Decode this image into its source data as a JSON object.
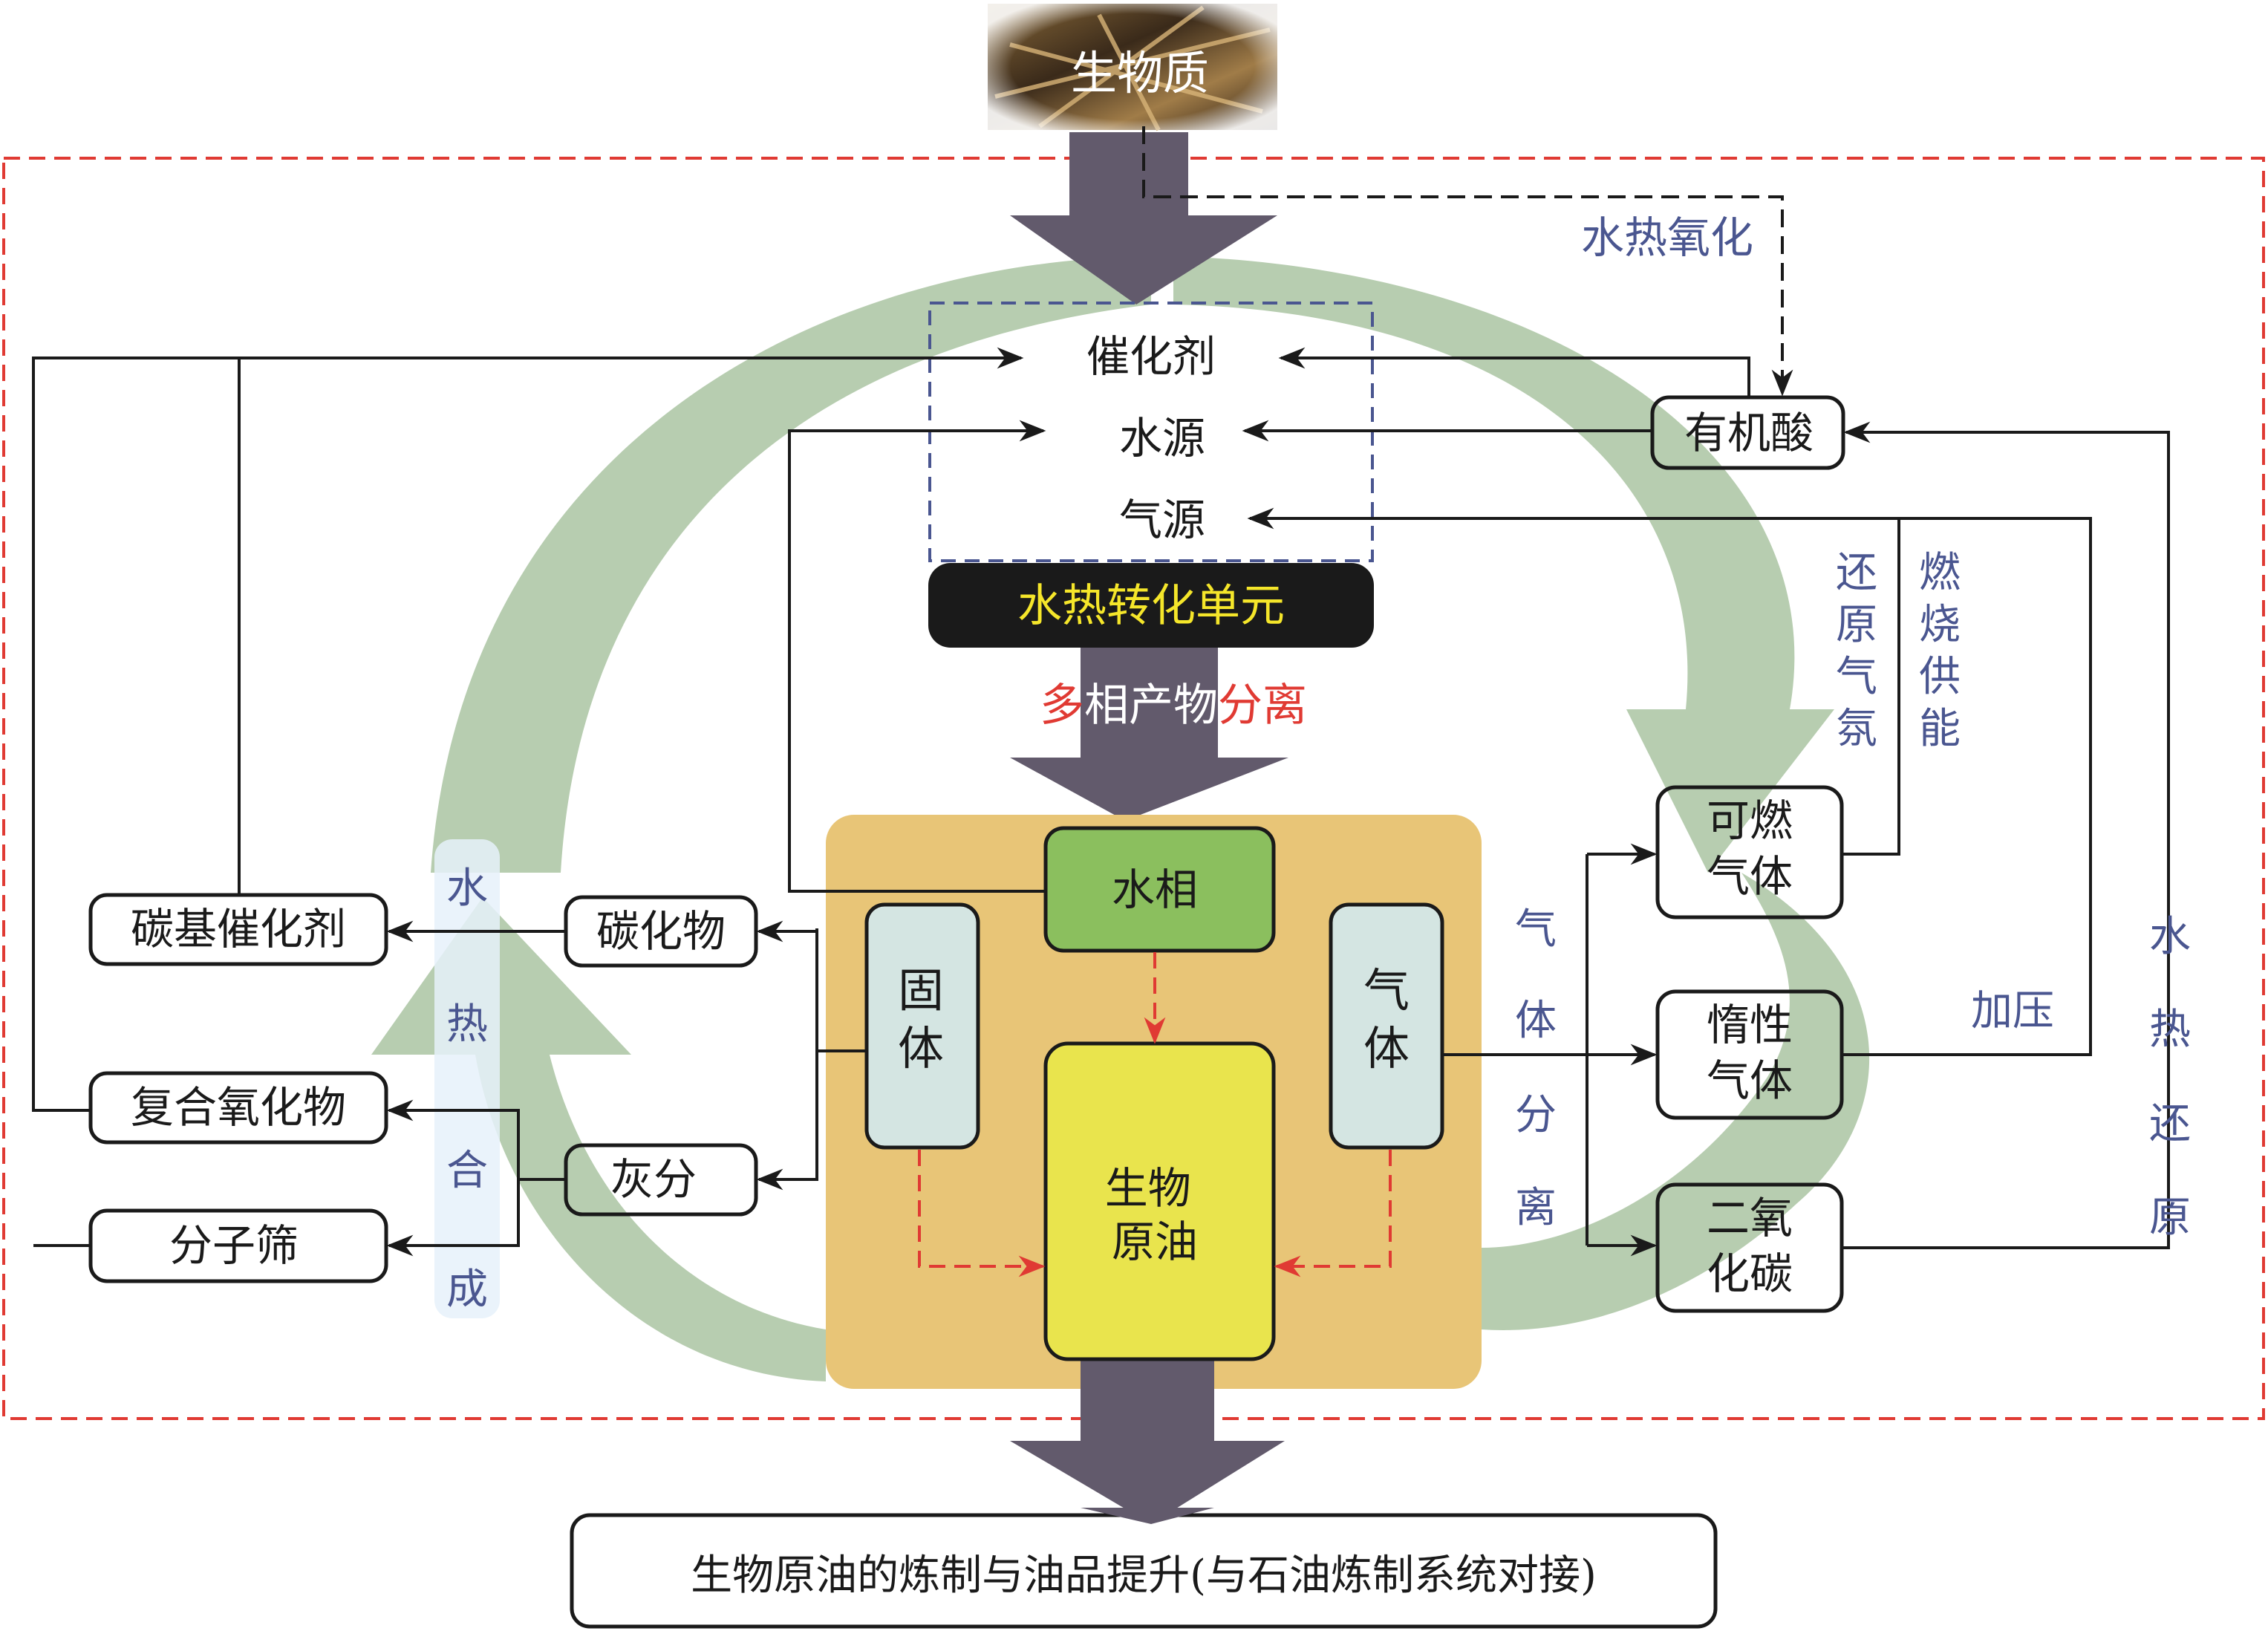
{
  "title": "生物质水热转化循环系统",
  "source": {
    "label": "生物质"
  },
  "oxidation_label": "水热氧化",
  "inputs": {
    "catalyst": "催化剂",
    "water": "水源",
    "gas": "气源"
  },
  "unit": {
    "label": "水热转化单元"
  },
  "separation": {
    "label_part1": "多",
    "label_part2": "相产物",
    "label_part3": "分离"
  },
  "phases": {
    "aqueous": "水相",
    "solid": "固体",
    "gas": "气体",
    "biocrude": "生物原油"
  },
  "left": {
    "carbon_catalyst": "碳基催化剂",
    "carbide": "碳化物",
    "composite_oxide": "复合氧化物",
    "ash": "灰分",
    "molecular_sieve": "分子筛",
    "synthesis_label": [
      "水",
      "热",
      "合",
      "成"
    ]
  },
  "right": {
    "organic_acid": "有机酸",
    "combustible_gas": [
      "可燃",
      "气体"
    ],
    "inert_gas": [
      "惰性",
      "气体"
    ],
    "co2": [
      "二氧",
      "化碳"
    ],
    "gas_separation_label": [
      "气",
      "体",
      "分",
      "离"
    ],
    "reducing_label": [
      "还",
      "原",
      "气",
      "氛"
    ],
    "combustion_label": [
      "燃",
      "烧",
      "供",
      "能"
    ],
    "pressurize_label": "加压",
    "hydrothermal_reduction_label": [
      "水",
      "热",
      "还",
      "原"
    ]
  },
  "output": {
    "label": "生物原油的炼制与油品提升(与石油炼制系统对接)"
  },
  "colors": {
    "arrow": "#625a6c",
    "cycle_arc": "#b7cdb0",
    "outer_dash": "#e03a33",
    "inner_dash": "#4a5690",
    "unit_bg": "#1a1a1a",
    "unit_text": "#f5e62a",
    "reactor_bg": "#e8c577",
    "aqueous_bg": "#8bbf5e",
    "phase_bg": "#d4e5e2",
    "biocrude_bg": "#e9e44d",
    "synthesis_bg": "#e6f1fa",
    "label_blue": "#4a5690",
    "sep_red": "#e03a33"
  }
}
